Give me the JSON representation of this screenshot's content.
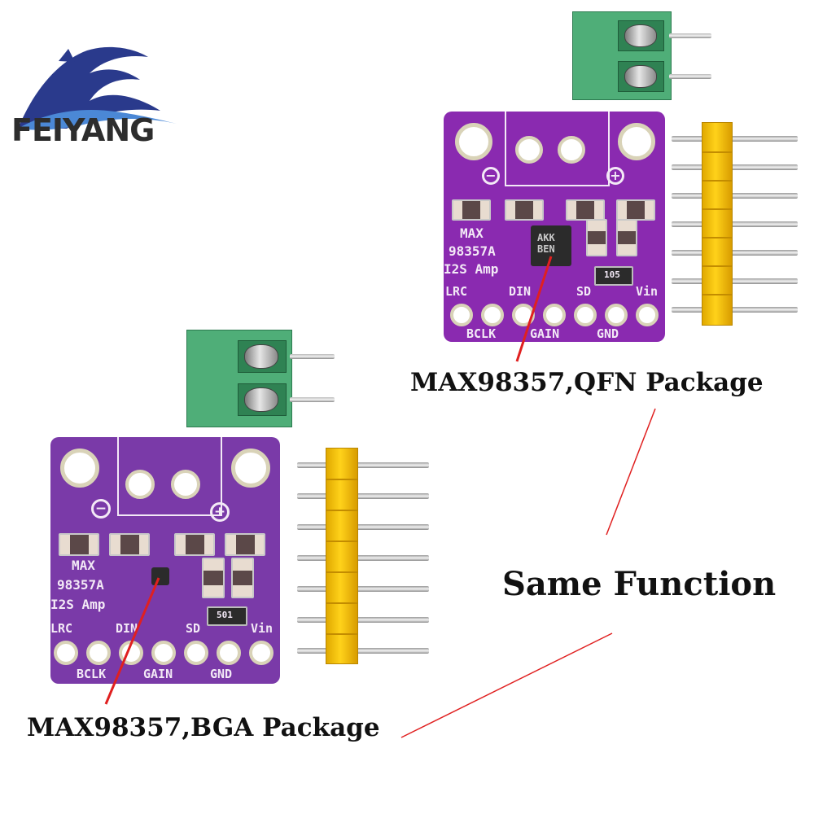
{
  "logo": {
    "text": "FEIYANG"
  },
  "board_qfn": {
    "chip_marking": "AKK\nBEN",
    "silk_title": [
      "MAX",
      "98357A",
      "I2S Amp"
    ],
    "pins_top": [
      "LRC",
      "DIN",
      "SD",
      "Vin"
    ],
    "pins_bottom": [
      "BCLK",
      "GAIN",
      "GND"
    ],
    "component_code": "105",
    "polarity_minus": "−",
    "polarity_plus": "+"
  },
  "board_bga": {
    "silk_title": [
      "MAX",
      "98357A",
      "I2S Amp"
    ],
    "pins_top": [
      "LRC",
      "DIN",
      "SD",
      "Vin"
    ],
    "pins_bottom": [
      "BCLK",
      "GAIN",
      "GND"
    ],
    "component_code": "501",
    "polarity_minus": "−",
    "polarity_plus": "+"
  },
  "captions": {
    "qfn": "MAX98357,QFN Package",
    "bga": "MAX98357,BGA Package",
    "same": "Same Function"
  },
  "colors": {
    "qfn_board": "#8a2ab0",
    "bga_board": "#7a3aa8",
    "terminal": "#4fae78",
    "header": "#ffd21a",
    "pointer_line": "#e02020"
  }
}
